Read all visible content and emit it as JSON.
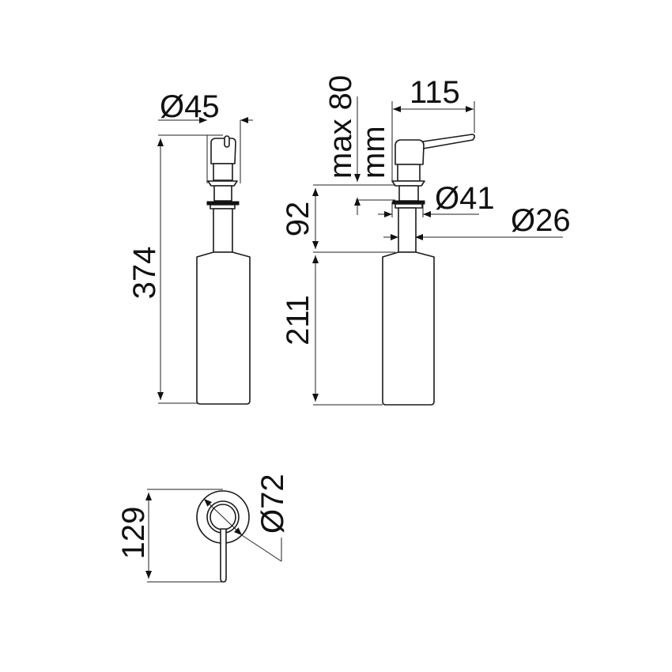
{
  "drawing": {
    "title": "Soap dispenser technical drawing",
    "units": "mm",
    "line_color": "#111111",
    "background": "#ffffff"
  },
  "front_view": {
    "dimensions": {
      "head_diameter": "Ø45",
      "total_height": "374"
    }
  },
  "side_view": {
    "dimensions": {
      "lever_length": "115",
      "max_deck_thickness_line1": "max 80",
      "max_deck_thickness_line2": "mm",
      "flange_diameter": "Ø41",
      "shank_diameter": "Ø26",
      "shank_height": "92",
      "bottle_height": "211"
    }
  },
  "top_view": {
    "dimensions": {
      "lever_reach": "129",
      "base_diameter": "Ø72"
    }
  }
}
